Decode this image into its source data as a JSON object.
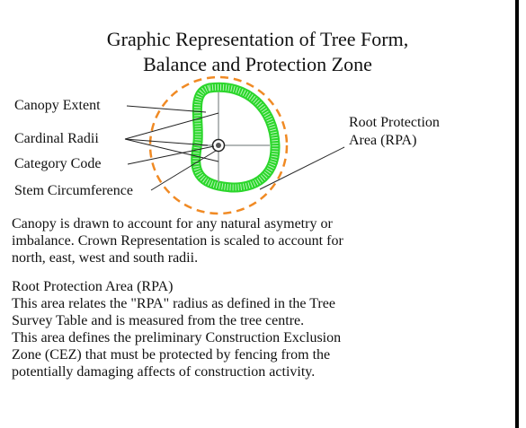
{
  "title": {
    "line1": "Graphic Representation of Tree Form,",
    "line2": "Balance and Protection Zone"
  },
  "labels": {
    "canopy_extent": "Canopy Extent",
    "cardinal_radii": "Cardinal Radii",
    "category_code": "Category Code",
    "stem_circumference": "Stem Circumference",
    "rpa_line1": "Root Protection",
    "rpa_line2": "Area (RPA)"
  },
  "colors": {
    "canopy": "#2bd62b",
    "rpa_circle": "#f08a24",
    "lines": "#222222"
  },
  "paragraphs": {
    "canopy_note": {
      "line1": "Canopy is drawn to account for any natural asymetry or",
      "line2": "imbalance. Crown Representation is scaled to account for",
      "line3": "north, east, west and south radii."
    },
    "rpa_note": {
      "heading": "Root Protection Area (RPA)",
      "line1": "This area relates the \"RPA\" radius as defined in the Tree",
      "line2": "Survey Table and is measured from the tree centre.",
      "line3": "This area defines the preliminary Construction Exclusion",
      "line4": "Zone (CEZ) that must be protected by fencing from the",
      "line5": "potentially damaging affects of construction activity."
    }
  }
}
